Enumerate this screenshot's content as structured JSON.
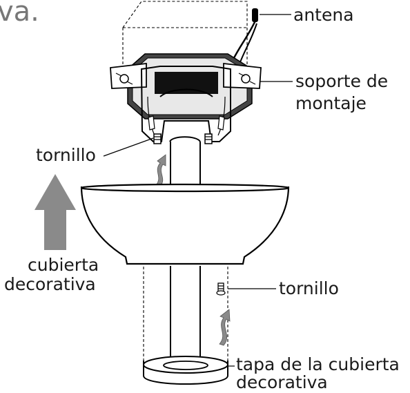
{
  "heading_fragment": "va.",
  "labels": {
    "antenna": "antena",
    "bracket_line1": "soporte de",
    "bracket_line2": "montaje",
    "screw_top": "tornillo",
    "cover_line1": "cubierta",
    "cover_line2": "decorativa",
    "screw_bottom": "tornillo",
    "cap_line1": "tapa de la cubierta",
    "cap_line2": "decorativa"
  },
  "colors": {
    "arrow": "#8a8a8a",
    "heading": "#777777",
    "bracket_dark": "#111111"
  },
  "icons": [
    "up-arrow-icon",
    "curved-arrow-icon"
  ]
}
